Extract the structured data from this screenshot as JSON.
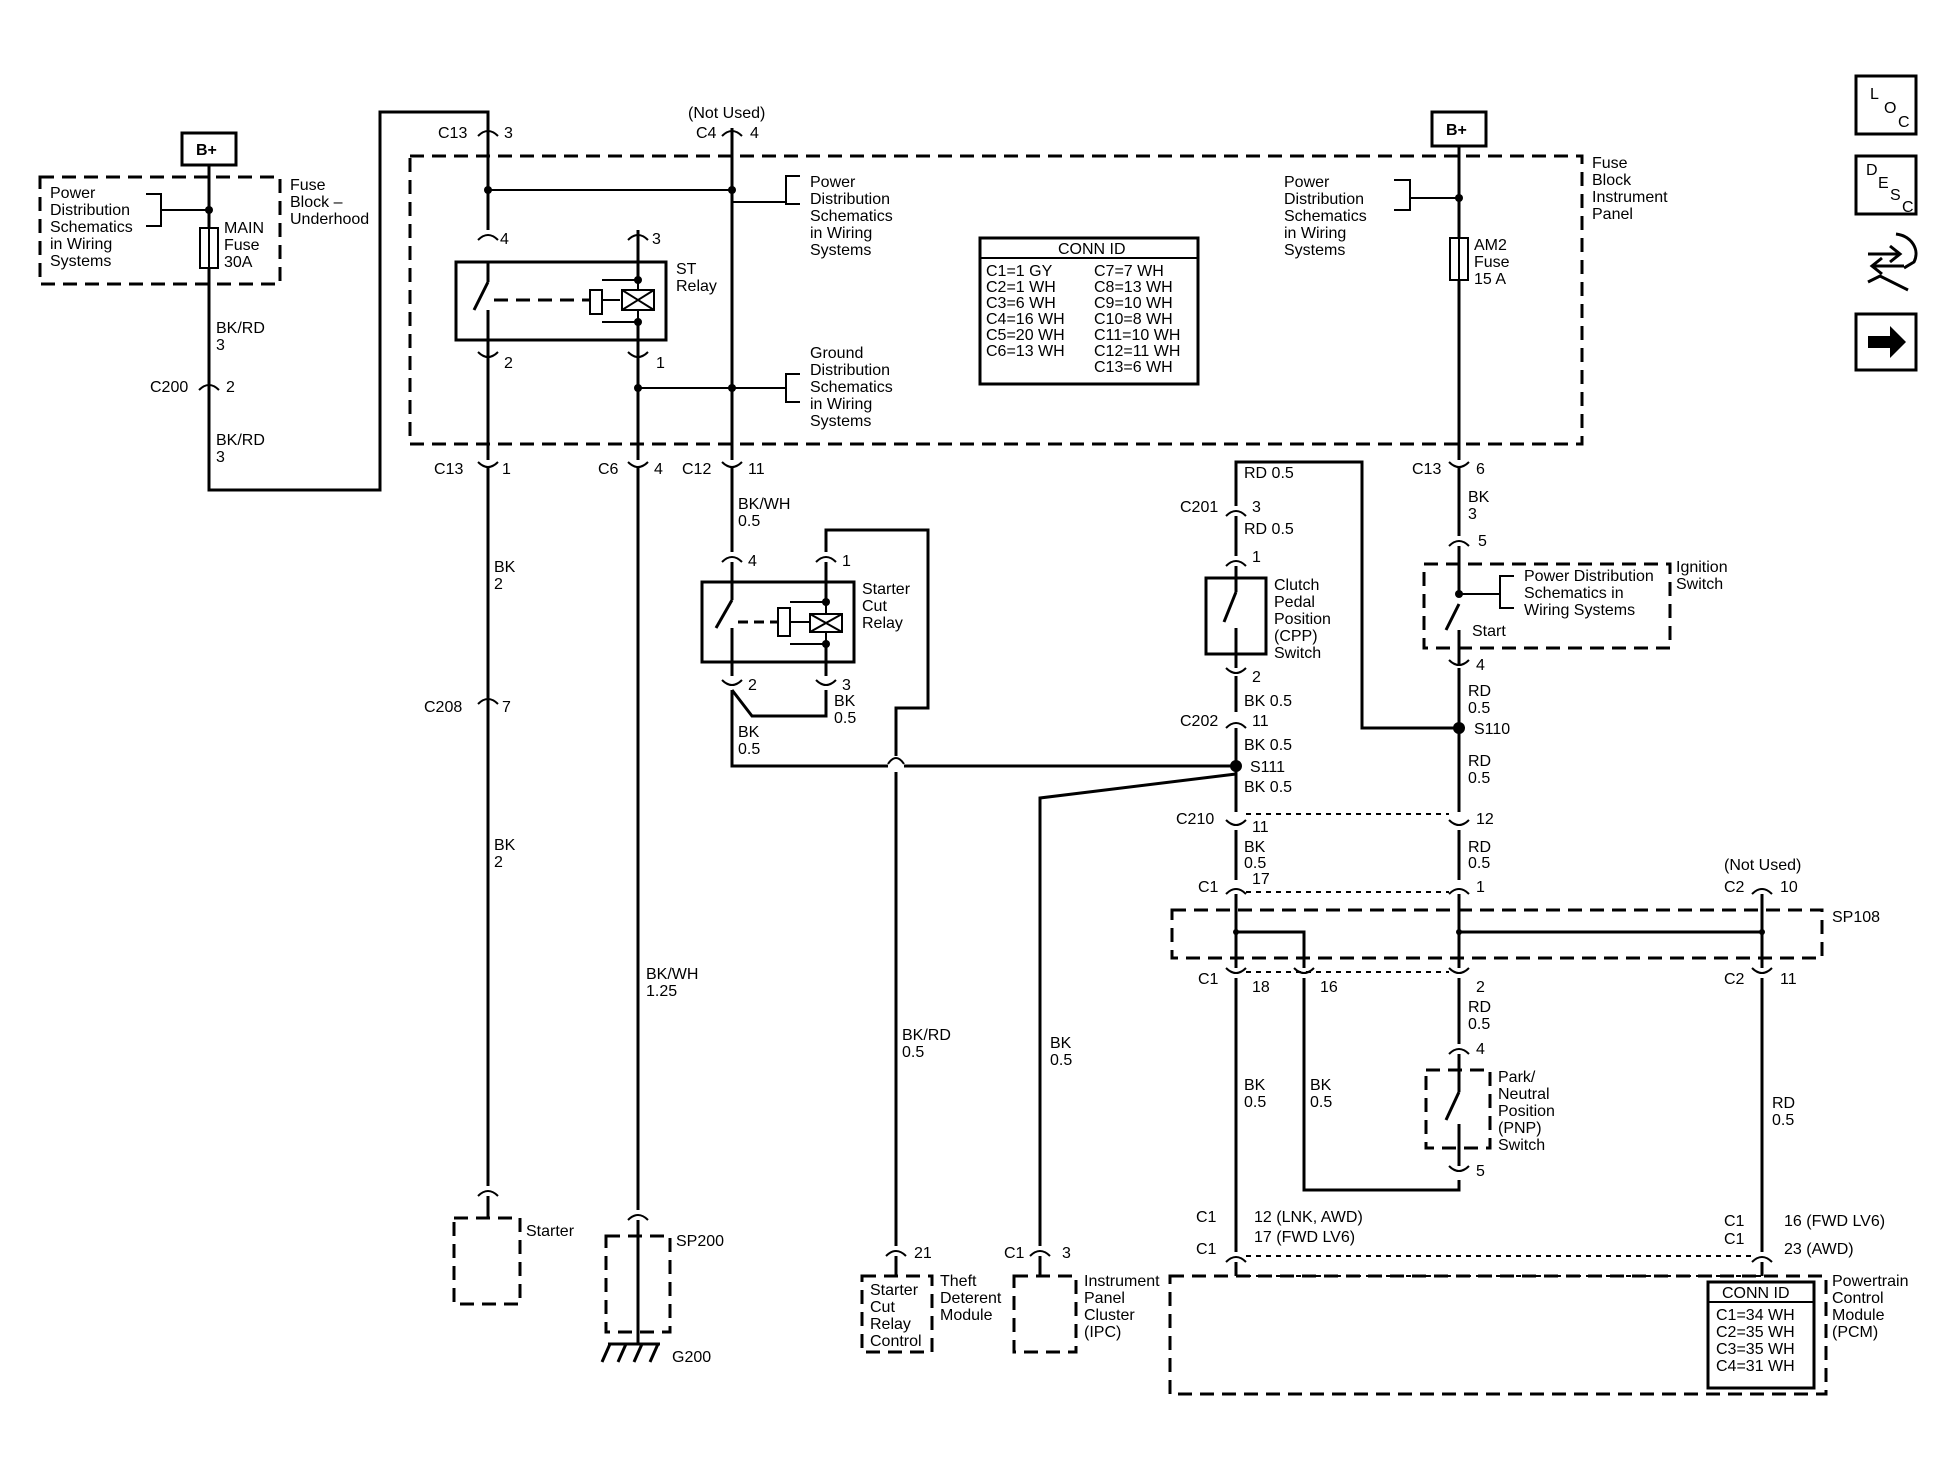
{
  "labels": {
    "b_plus": "B+",
    "not_used": "(Not Used)",
    "fuse_block_underhood": [
      "Fuse",
      "Block –",
      "Underhood"
    ],
    "fuse_block_ip": [
      "Fuse",
      "Block",
      "Instrument",
      "Panel"
    ],
    "power_dist": [
      "Power",
      "Distribution",
      "Schematics",
      "in Wiring",
      "Systems"
    ],
    "ground_dist": [
      "Ground",
      "Distribution",
      "Schematics",
      "in Wiring",
      "Systems"
    ],
    "power_dist_ign": [
      "Power Distribution",
      "Schematics in",
      "Wiring Systems"
    ],
    "main_fuse": [
      "MAIN",
      "Fuse",
      "30A"
    ],
    "am2_fuse": [
      "AM2",
      "Fuse",
      "15 A"
    ],
    "st_relay": [
      "ST",
      "Relay"
    ],
    "starter_cut_relay": [
      "Starter",
      "Cut",
      "Relay"
    ],
    "cpp_switch": [
      "Clutch",
      "Pedal",
      "Position",
      "(CPP)",
      "Switch"
    ],
    "ignition_switch": [
      "Ignition",
      "Switch"
    ],
    "start": "Start",
    "pnp_switch": [
      "Park/",
      "Neutral",
      "Position",
      "(PNP)",
      "Switch"
    ],
    "starter": "Starter",
    "sp200": "SP200",
    "g200": "G200",
    "sp108": "SP108",
    "s110": "S110",
    "s111": "S111",
    "starter_cut_relay_control": [
      "Starter",
      "Cut",
      "Relay",
      "Control"
    ],
    "theft_deterrent": [
      "Theft",
      "Deterent",
      "Module"
    ],
    "ipc": [
      "Instrument",
      "Panel",
      "Cluster",
      "(IPC)"
    ],
    "pcm": [
      "Powertrain",
      "Control",
      "Module",
      "(PCM)"
    ]
  },
  "conn_id_fuse": {
    "title": "CONN ID",
    "left": [
      "C1=1 GY",
      "C2=1 WH",
      "C3=6 WH",
      "C4=16 WH",
      "C5=20 WH",
      "C6=13 WH"
    ],
    "right": [
      "C7=7 WH",
      "C8=13 WH",
      "C9=10 WH",
      "C10=8 WH",
      "C11=10 WH",
      "C12=11 WH",
      "C13=6 WH"
    ]
  },
  "conn_id_pcm": {
    "title": "CONN ID",
    "items": [
      "C1=34 WH",
      "C2=35 WH",
      "C3=35 WH",
      "C4=31 WH"
    ]
  },
  "connectors": {
    "c13": "C13",
    "c4": "C4",
    "c200": "C200",
    "c6": "C6",
    "c12": "C12",
    "c208": "C208",
    "c201": "C201",
    "c202": "C202",
    "c210": "C210",
    "c1": "C1",
    "c2": "C2"
  },
  "pins": {
    "p1": "1",
    "p2": "2",
    "p3": "3",
    "p4": "4",
    "p5": "5",
    "p6": "6",
    "p7": "7",
    "p10": "10",
    "p11": "11",
    "p12": "12",
    "p16": "16",
    "p17": "17",
    "p18": "18",
    "p21": "21",
    "pcm_a": "12 (LNK, AWD)",
    "pcm_b": "17 (FWD LV6)",
    "pcm_c": "16 (FWD LV6)",
    "pcm_d": "23 (AWD)"
  },
  "wires": {
    "bkrd": "BK/RD",
    "bk": "BK",
    "rd": "RD",
    "bkwh": "BK/WH",
    "g3": "3",
    "g2": "2",
    "g05": "0.5",
    "g125": "1.25",
    "rd05": "RD 0.5",
    "bk05": "BK 0.5"
  },
  "nav_icons": {
    "loc": [
      "L",
      "O",
      "C"
    ],
    "desc": [
      "D",
      "E",
      "S",
      "C"
    ]
  }
}
